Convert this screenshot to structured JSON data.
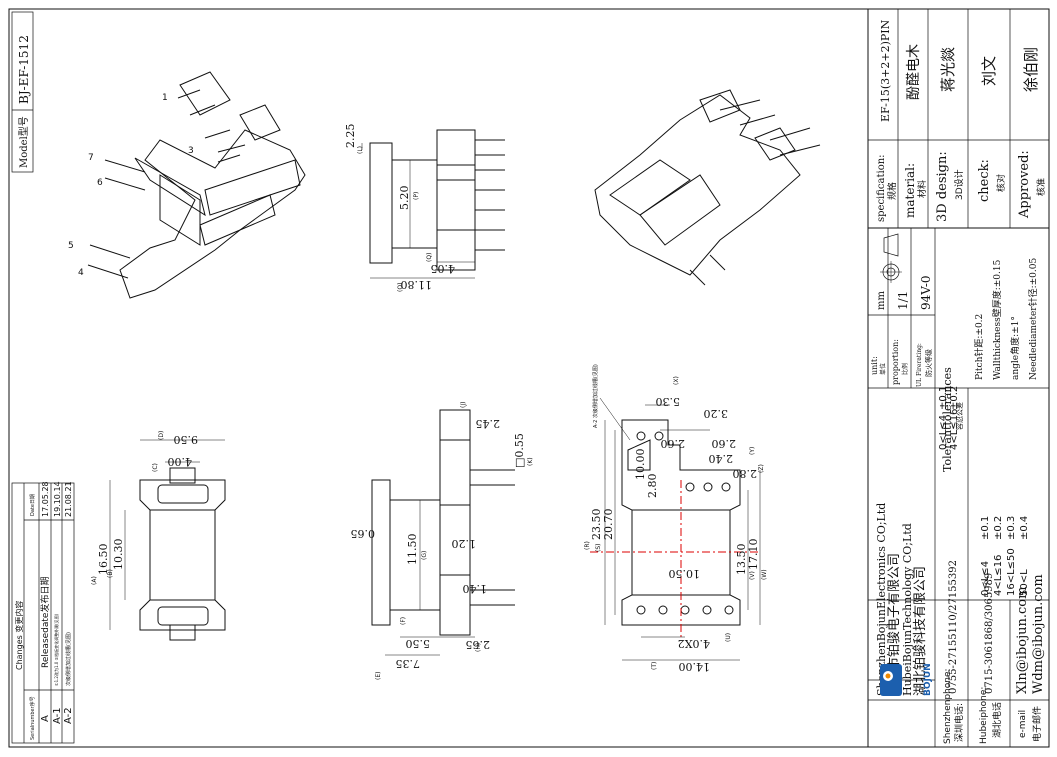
{
  "model": {
    "label": "Model型号",
    "value": "BJ-EF-1512"
  },
  "parts": {
    "title": "EF-15(3+2+2)PIN",
    "spec_label_en": "specification:",
    "spec_label_cn": "规格",
    "material_en": "material:",
    "material_cn": "材料",
    "material_value": "酚醛电木",
    "design_en": "3D design:",
    "design_cn": "3D设计",
    "design_value": "蒋光燚",
    "check_en": "check:",
    "check_cn": "核对",
    "check_value": "刘文",
    "approved_en": "Approved:",
    "approved_cn": "核准",
    "approved_value": "徐伯刚"
  },
  "scale": {
    "unit_en": "unit:",
    "unit_cn": "单位",
    "unit_value": "mm",
    "proportion_en": "proportion:",
    "proportion_cn": "比例",
    "proportion_value": "1/1",
    "fire_en": "UL Firerating:",
    "fire_cn": "防火等级",
    "fire_value": "94V-0"
  },
  "tolerances": {
    "title_en": "Toleranttolerances",
    "title_cn": "容忍公差",
    "rows": [
      {
        "range": "0<L≤4",
        "tol": "±0.1"
      },
      {
        "range": "4<L≤16",
        "tol": "±0.2"
      },
      {
        "range": "16<L≤50",
        "tol": "±0.3"
      },
      {
        "range": "50<L",
        "tol": "±0.4"
      }
    ],
    "pitch": "Pitch针距:±0.2",
    "wall": "Wallthickness壁厚度:±0.15",
    "angle": "angle角度:±1°",
    "needle": "Needlediameter针径:±0.05"
  },
  "company": {
    "name_sz_en": "ShenzhenBojunElectronics CO;Ltd",
    "name_sz_cn": "深圳市铂骏电子有限公司",
    "name_hb_en": "HubeiBojunTechnology CO;Ltd",
    "name_hb_cn": "湖北铂骏科技有限公司",
    "logo_text": "BOJUN",
    "sz_phone_label_en": "Shenzhenphone:",
    "sz_phone_label_cn": "深圳电话:",
    "sz_phone": "0755-27155110/27155392",
    "hb_phone_label_en": "Hubeiphone:",
    "hb_phone_label_cn": "湖北电话",
    "hb_phone": "0715-3061868/3065989",
    "email_label_en": "e-mail",
    "email_label_cn": "电子邮件",
    "email1": "Xln@ibojun.com",
    "email2": "Wdm@ibojun.com"
  },
  "changes": {
    "title": "Changes 变更内容",
    "serial_header": "Serialnumber序号",
    "date_header": "Date日期",
    "rows": [
      {
        "serial": "A",
        "content": "Releasedate发布日期",
        "date": "17.05.28"
      },
      {
        "serial": "A-1",
        "content": "①1.2改为1.0 ②档板变化调整外观(见图)",
        "date": "19.10.14"
      },
      {
        "serial": "A-2",
        "content": "次级侧增加过线槽(见图)",
        "date": "21.08.21"
      }
    ]
  },
  "annotations": {
    "note": "A-2 次级侧增加过线槽(见图)",
    "pins": [
      "1",
      "3",
      "7",
      "6",
      "5",
      "4"
    ]
  },
  "dims": {
    "d_2_25": "2.25",
    "d_5_20": "5.20",
    "d_4_05": "4.05",
    "d_11_80": "11.80",
    "d_9_50": "9.50",
    "d_4_00": "4.00",
    "d_16_50": "16.50",
    "d_10_30": "10.30",
    "d_2_45": "2.45",
    "d_sq": "□0.55",
    "d_0_65": "0.65",
    "d_1_20": "1.20",
    "d_11_50": "11.50",
    "d_1_40": "1.40",
    "d_5_50": "5.50",
    "d_2_65": "2.65",
    "d_7_35": "7.35",
    "d_5_30": "5.30",
    "d_3_20": "3.20",
    "d_2_60": "2.60",
    "d_2_40": "2.40",
    "d_2_80a": "2.80",
    "d_10_00": "10.00",
    "d_2_80b": "2.80",
    "d_23_50": "23.50",
    "d_20_70": "20.70",
    "d_10_50": "10.50",
    "d_13_50": "13.50",
    "d_17_10": "17.10",
    "d_4x2": "4.0X2",
    "d_14_00": "14.00"
  },
  "refs": {
    "L": "(L)",
    "P": "(P)",
    "Q": "(Q)",
    "O": "(O)",
    "D": "(D)",
    "C": "(C)",
    "A": "(A)",
    "B": "(B)",
    "J": "(J)",
    "K": "(K)",
    "G": "(G)",
    "F": "(F)",
    "E": "(E)",
    "H": "(H)",
    "X": "(X)",
    "Y": "(Y)",
    "Z": "(Z)",
    "R": "(R)",
    "S": "(S)",
    "V": "(V)",
    "W": "(W)",
    "U": "(U)",
    "T": "(T)"
  }
}
